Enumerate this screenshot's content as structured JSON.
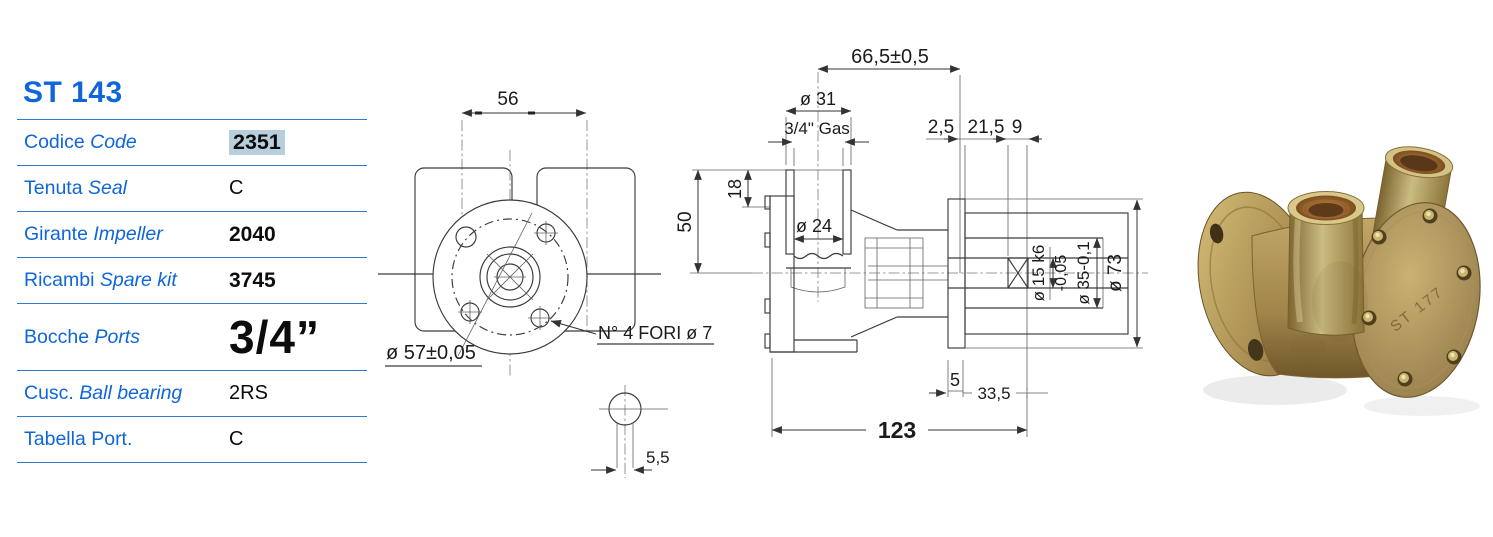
{
  "title": "ST 143",
  "colors": {
    "accent": "#0e66d9",
    "separator": "#2f7bd3",
    "value_highlight": "#b7cedc",
    "drawing_line": "#3a3a3a"
  },
  "table": {
    "rows": [
      {
        "name": "codice",
        "label": "Codice",
        "label_en": "Code",
        "value": "2351",
        "style": "hl"
      },
      {
        "name": "tenuta",
        "label": "Tenuta",
        "label_en": "Seal",
        "value": "C",
        "style": "plain"
      },
      {
        "name": "girante",
        "label": "Girante",
        "label_en": "Impeller",
        "value": "2040",
        "style": "bold"
      },
      {
        "name": "ricambi",
        "label": "Ricambi",
        "label_en": "Spare kit",
        "value": "3745",
        "style": "bold"
      },
      {
        "name": "bocche",
        "label": "Bocche",
        "label_en": "Ports",
        "value": "3/4”",
        "style": "big"
      },
      {
        "name": "cuscinetto",
        "label": "Cusc.",
        "label_en": "Ball bearing",
        "value": "2RS",
        "style": "plain"
      },
      {
        "name": "tabella",
        "label": "Tabella Port.",
        "label_en": "",
        "value": "C",
        "style": "plain"
      }
    ]
  },
  "drawing": {
    "dims": {
      "port_spacing": "56",
      "bolt_circle": "ø 57±0,05",
      "holes_note": "N° 4 FORI ø 7",
      "slot_width": "5,5",
      "overall_to_center": "66,5±0,5",
      "port_od": "ø 31",
      "thread": "3/4\" Gas",
      "seal_gap": "2,5",
      "bearing_span": "21,5",
      "key_len": "9",
      "port_depth": "18",
      "center_height": "50",
      "bore": "ø 24",
      "shaft_dia": "ø 15 k6",
      "shaft_tol": "-0,05",
      "hub_dia": "ø 35-0,1",
      "housing_dia": "ø 73",
      "foot_offset": "5",
      "shaft_ext": "33,5",
      "total_length": "123"
    }
  },
  "photo": {
    "engraving": "ST 177"
  }
}
